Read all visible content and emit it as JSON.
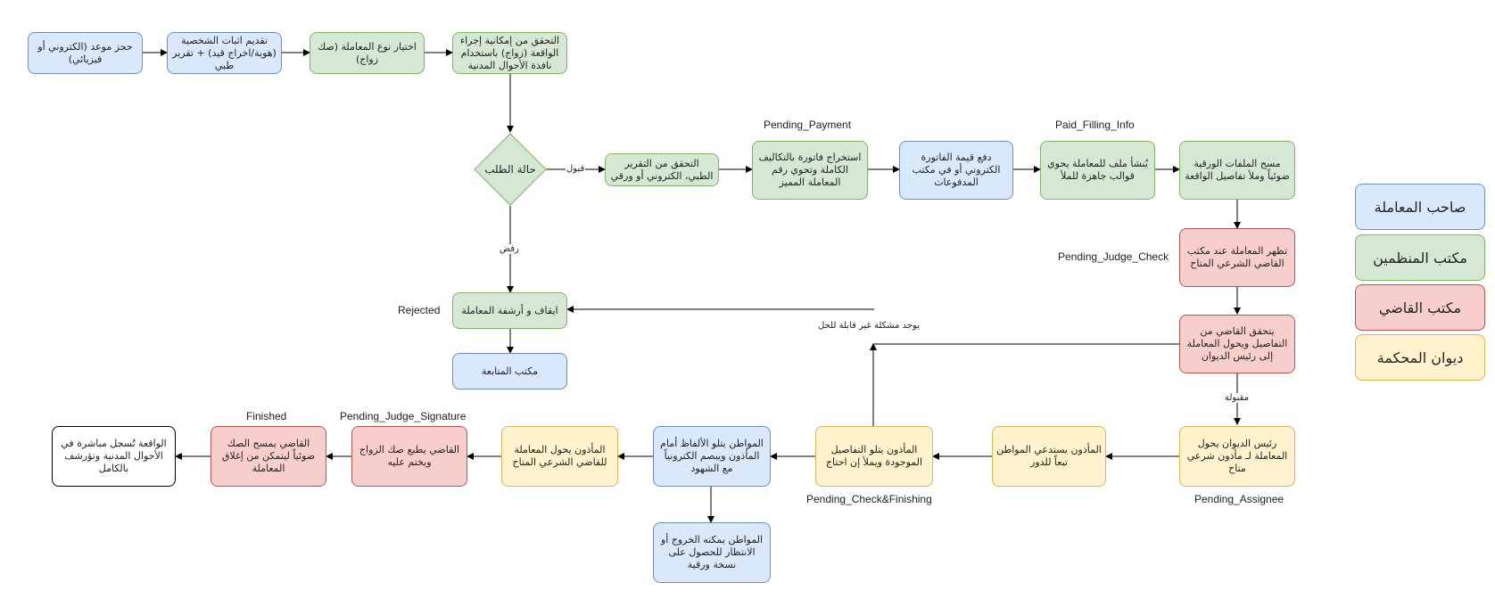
{
  "nodes": {
    "book_appointment": "حجز موعد (الكتروني أو فيزيائي)",
    "submit_documents": "تقديم اثبات الشخصية (هوية/اخراج قيد) + تقرير طبي",
    "choose_type": "اختيار نوع المعاملة (صك زواج)",
    "verify_possibility": "التحقق من إمكانية إجراء الواقعة (زواج) باستخدام نافذة الأحوال المدنية",
    "request_status": "حالة الطلب",
    "verify_report": "التحقق من التقرير الطبي، الكتروني أو ورقي",
    "issue_invoice": "استخراج فاتورة بالتكاليف الكاملة وتحوي رقم المعاملة المميز",
    "pay_invoice": "دفع قيمة الفاتورة الكتروني أو في مكتب المدفوعات",
    "create_file": "يُنشأ ملف للمعاملة يحوي قوالب جاهزة للملأ",
    "scan_papers": "مسح الملفات الورقية ضوئياً وملأ تفاصيل الواقعة",
    "appears_judge": "تظهر المعاملة عند مكتب القاضي الشرعي المتاح",
    "judge_verifies": "يتحقق القاضي من التفاصيل ويحول المعاملة إلى رئيس الديوان",
    "stop_archive": "ايقاف و أرشفة المعاملة",
    "followup_office": "مكتب المتابعة",
    "head_transfers": "رئيس الديوان يحول المعاملة لـ مأذون شرعي متاح",
    "officiant_calls": "المأذون يستدعي المواطن تبعاً للدور",
    "officiant_reads": "المأذون يتلو التفاصيل الموجودة ويملأ إن احتاج",
    "citizen_recites": "المواطن يتلو الألفاظ أمام المأذون ويبصم الكترونياً مع الشهود",
    "citizen_leaves": "المواطن يمكنه الخروج أو الانتظار للحصول على نسخة ورقية",
    "officiant_transfers": "المأذون يحول المعاملة للقاضي الشرعي المتاح",
    "judge_prints": "القاضي يطبع صك الزواج ويختم عليه",
    "judge_scans": "القاضي يمسح الصك ضوئياً ليتمكن من إغلاق المعاملة",
    "registered": "الواقعة تُسجل مباشرة في الأحوال المدنية وتؤرشف بالكامل"
  },
  "statuses": {
    "pending_payment": "Pending_Payment",
    "paid_filling_info": "Paid_Filling_Info",
    "pending_judge_check": "Pending_Judge_Check",
    "rejected": "Rejected",
    "pending_assignee": "Pending_Assignee",
    "pending_check_finishing": "Pending_Check&Finishing",
    "pending_judge_signature": "Pending_Judge_Signature",
    "finished": "Finished"
  },
  "edge_labels": {
    "accepted": "قبول",
    "rejected": "رفض",
    "approved": "مقبولة",
    "unsolvable": "يوجد مشكلة غير قابلة للحل"
  },
  "legend": {
    "owner": "صاحب المعاملة",
    "organizers": "مكتب المنظمين",
    "judge": "مكتب القاضي",
    "court": "ديوان المحكمة"
  },
  "colors": {
    "blue_fill": "#dae8fc",
    "green_fill": "#d5e8d4",
    "red_fill": "#f8cecc",
    "yellow_fill": "#fff2cc"
  }
}
